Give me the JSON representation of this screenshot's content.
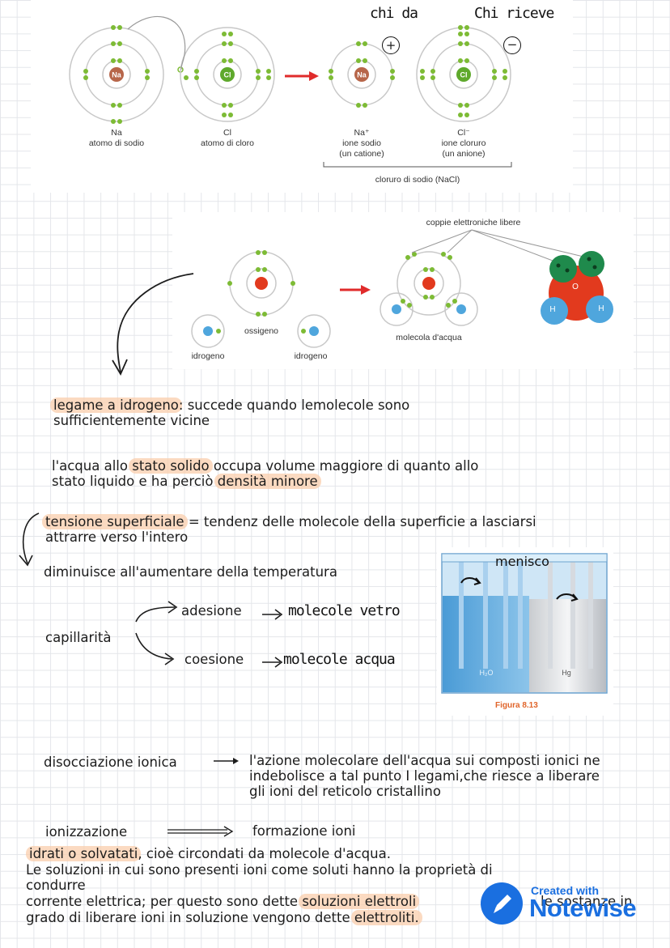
{
  "ionic_bond_figure": {
    "na_symbol": "Na",
    "cl_symbol": "Cl",
    "captions": {
      "na": [
        "Na",
        "atomo di sodio"
      ],
      "cl": [
        "Cl",
        "atomo di cloro"
      ],
      "na_ion": [
        "Na⁺",
        "ione sodio",
        "(un catione)"
      ],
      "cl_ion": [
        "Cl⁻",
        "ione cloruro",
        "(un anione)"
      ]
    },
    "bracket_label": "cloruro di sodio (NaCl)",
    "handwritten_giver": "chi da",
    "handwritten_receiver": "Chi riceve",
    "plus_sign": "+",
    "minus_sign": "−"
  },
  "water_figure": {
    "lone_pairs_label": "coppie elettroniche libere",
    "oxygen_label": "ossigeno",
    "hydrogen_left_label": "idrogeno",
    "hydrogen_right_label": "idrogeno",
    "water_molecule_label": "molecola d'acqua",
    "model_o": "O",
    "model_h1": "H",
    "model_h2": "H"
  },
  "notes": {
    "hydrogen_bond": {
      "term": "legame a idrogeno",
      "rest": ": succede quando lemolecole sono",
      "line2": "sufficientemente vicine"
    },
    "ice": {
      "pre": "l'acqua allo ",
      "term1": "stato solido",
      "mid": " occupa volume maggiore di quanto allo",
      "line2_pre": "stato liquido e ha perciò ",
      "term2": "densità minore"
    },
    "surface_tension": {
      "term": "tensione superficiale",
      "rest": " = tendenz delle molecole della superficie a lasciarsi",
      "line2": "attrarre verso l'intero",
      "line3": "diminuisce all'aumentare della temperatura"
    },
    "capillarity": {
      "label": "capillarità",
      "adhesion": "adesione",
      "adhesion_note": "molecole vetro",
      "cohesion": "coesione",
      "cohesion_note": "molecole acqua"
    },
    "meniscus_figure": {
      "meniscus_label": "menisco",
      "water_label": "H₂O",
      "mercury_label": "Hg",
      "caption": "Figura 8.13"
    },
    "dissociation": {
      "term": "disocciazione ionica",
      "line1": "l'azione molecolare dell'acqua sui composti ionici ne",
      "line2": "indebolisce a tal punto I legami,che riesce a liberare",
      "line3": "gli ioni del reticolo cristallino"
    },
    "ionization": {
      "term": "ionizzazione",
      "result": "formazione ioni"
    },
    "hydrated": {
      "term": "idrati o solvatati",
      "rest": ", cioè circondati da molecole d'acqua."
    },
    "solutions": {
      "line1": "Le soluzioni in cui sono presenti ioni come soluti hanno la proprietà di",
      "line2": "condurre",
      "line3_pre": "corrente elettrica; per questo sono dette ",
      "line3_term": "soluzioni elettroli",
      "line3_rest": "le sostanze in",
      "line4_pre": "grado di liberare ioni in soluzione vengono dette ",
      "line4_term": "elettroliti."
    }
  },
  "watermark": {
    "line1": "Created with",
    "line2": "Notewise"
  },
  "colors": {
    "highlight": "#facdac",
    "arrow_red": "#e02b2b",
    "electron_green": "#7dbb35",
    "nucleus_brown": "#b7664a",
    "nucleus_green": "#5fa92c",
    "oxygen_red": "#e23a1e",
    "hydrogen_blue": "#4fa6dd",
    "notewise_blue": "#1a6fe0",
    "figure_caption_orange": "#e0642a"
  }
}
